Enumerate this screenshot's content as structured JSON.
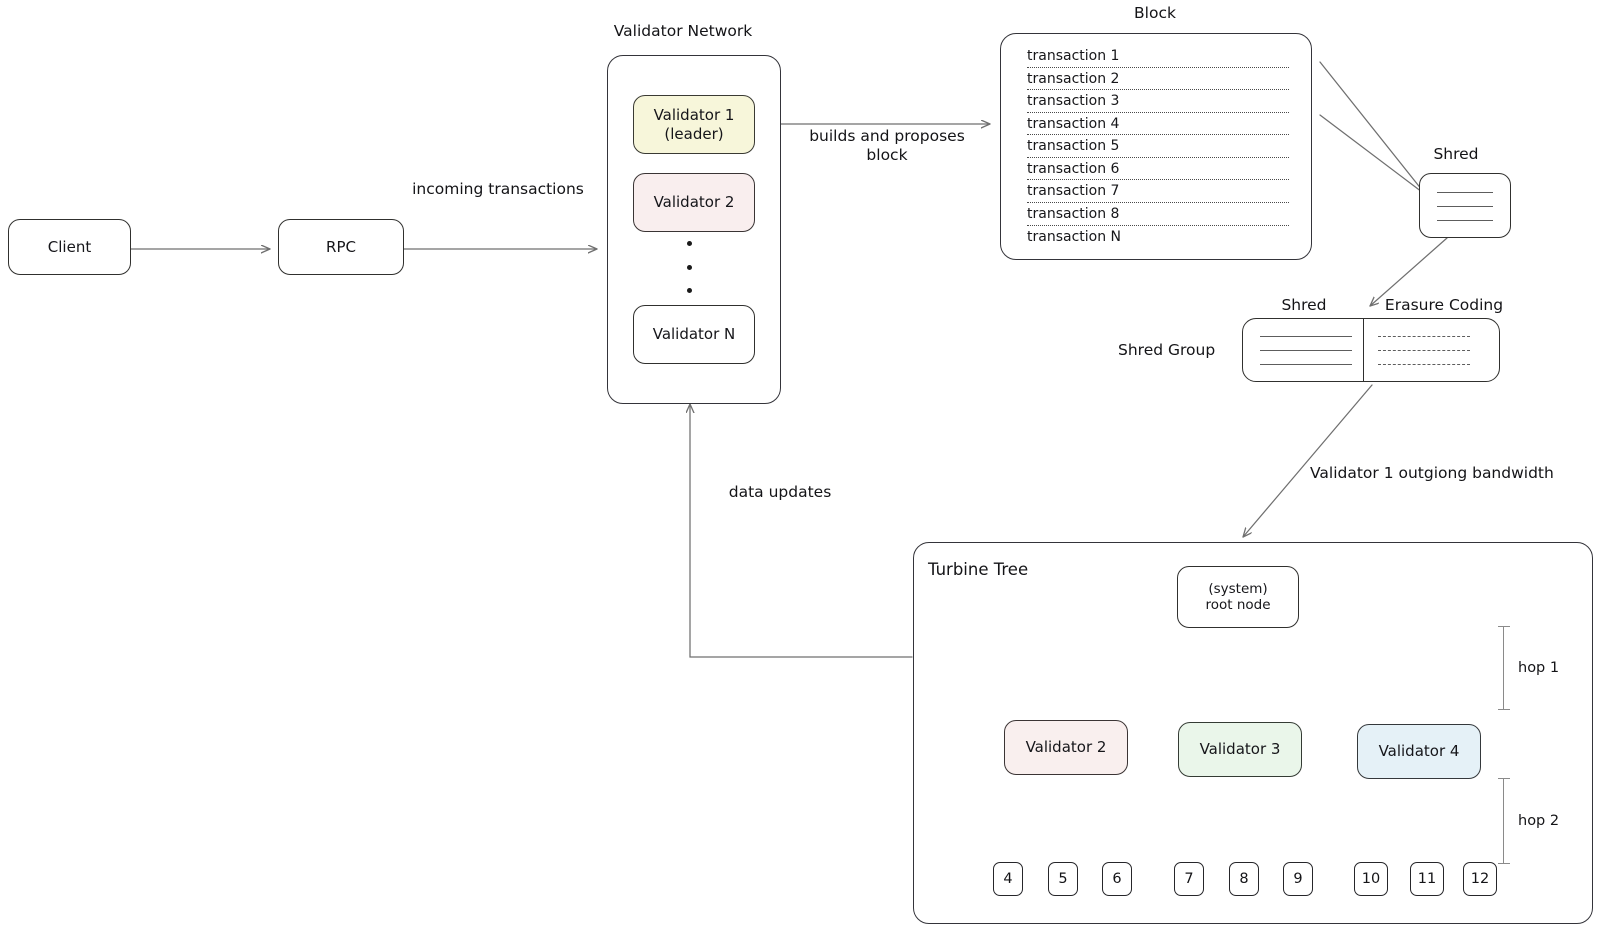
{
  "diagram": {
    "title_left": "Client",
    "rpc": "RPC"
  },
  "nodes": {
    "client": "Client",
    "rpc": "RPC"
  },
  "validator_network": {
    "title": "Validator Network",
    "members": [
      {
        "label": "Validator 1\n(leader)",
        "style": "leader"
      },
      {
        "label": "Validator 2",
        "style": "pink"
      },
      {
        "label": "Validator N",
        "style": "plain"
      }
    ]
  },
  "block": {
    "title": "Block",
    "transactions": [
      "transaction 1",
      "transaction 2",
      "transaction 3",
      "transaction 4",
      "transaction 5",
      "transaction 6",
      "transaction 7",
      "transaction 8",
      "transaction N"
    ]
  },
  "shred": {
    "title": "Shred"
  },
  "shred_group": {
    "title": "Shred Group",
    "left_title": "Shred",
    "right_title": "Erasure Coding"
  },
  "turbine": {
    "title": "Turbine Tree",
    "root": "(system)\nroot node",
    "children": [
      {
        "label": "Validator 2",
        "color": "#c0626b"
      },
      {
        "label": "Validator 3",
        "color": "#5c9e68"
      },
      {
        "label": "Validator 4",
        "color": "#5590b5"
      }
    ],
    "leaves": [
      "4",
      "5",
      "6",
      "7",
      "8",
      "9",
      "10",
      "11",
      "12"
    ],
    "hops": [
      "hop 1",
      "hop 2"
    ]
  },
  "edge_labels": {
    "incoming_transactions": "incoming transactions",
    "builds_and_proposes": "builds and proposes\nblock",
    "data_updates": "data updates",
    "outgoing_bandwidth": "Validator 1 outgiong bandwidth"
  },
  "colors": {
    "stroke": "#6f6f6f",
    "leader_fill": "#f7f6da",
    "pink_fill": "#f9eeee",
    "green_fill": "#eaf6ea",
    "blue_fill": "#e5f1f7",
    "red_edge": "#c0626b",
    "green_edge": "#5c9e68",
    "blue_edge": "#5590b5"
  }
}
